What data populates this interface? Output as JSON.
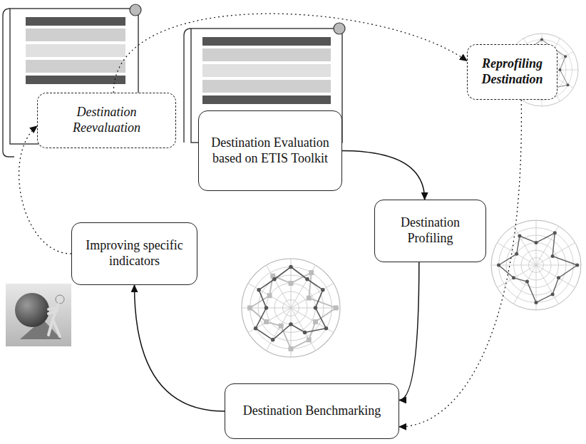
{
  "diagram": {
    "nodes": [
      {
        "text": [
          "Destination Reevaluation"
        ]
      },
      {
        "text": [
          "Destination Evaluation based on ETIS Toolkit"
        ]
      },
      {
        "text": [
          "Reprofiling Destination"
        ]
      },
      {
        "text": [
          "Improving specific indicators"
        ]
      },
      {
        "text": [
          "Destination Profiling"
        ]
      },
      {
        "text": [
          "Destination Benchmarking"
        ]
      }
    ],
    "edges": [
      {
        "from": 1,
        "to": 4,
        "arrow": "to"
      },
      {
        "from": 4,
        "to": 5,
        "arrow": "to"
      },
      {
        "from": 5,
        "to": 3,
        "arrow": "to"
      },
      {
        "from": 3,
        "to": 0,
        "arrow": "to"
      },
      {
        "from": 0,
        "to": 2,
        "arrow": "to"
      },
      {
        "from": 2,
        "to": 5,
        "arrow": "to"
      }
    ]
  }
}
